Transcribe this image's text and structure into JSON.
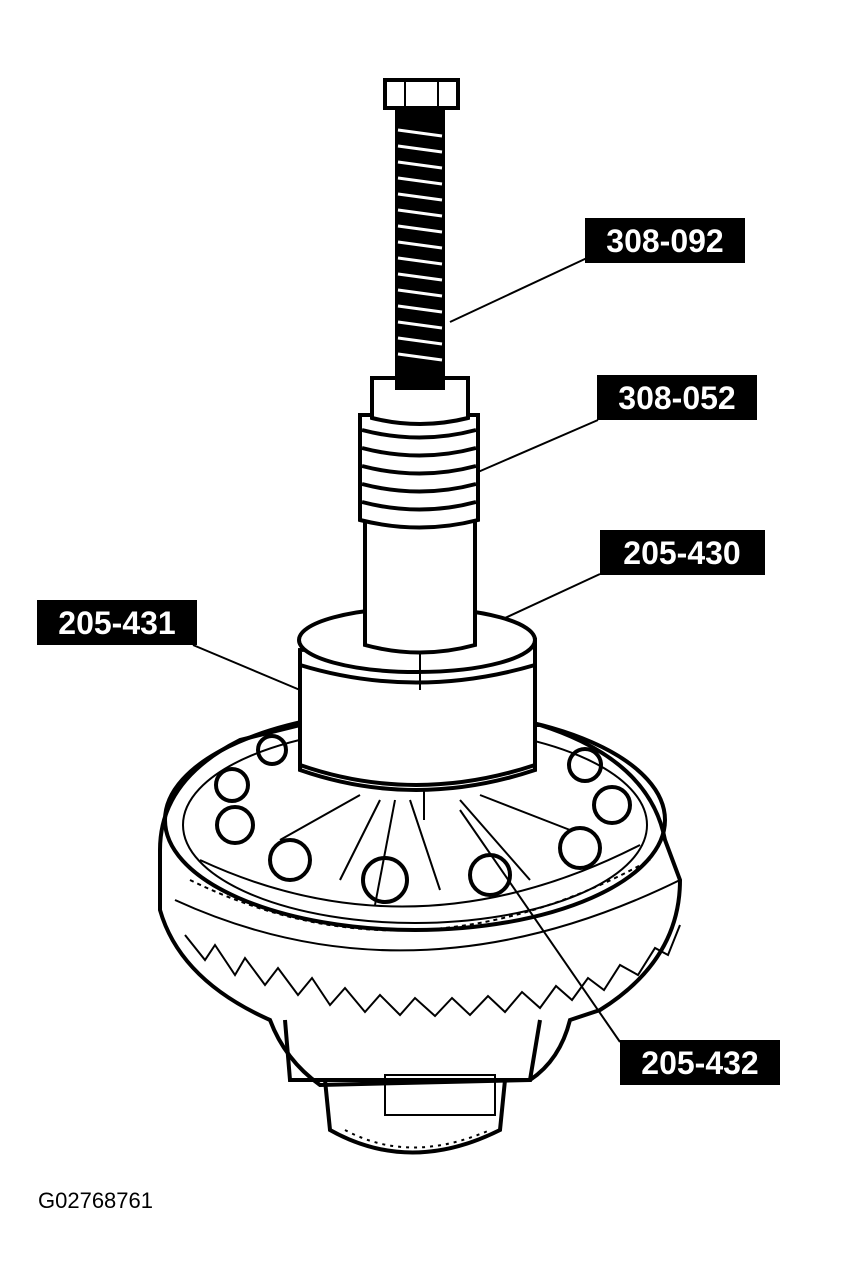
{
  "callouts": [
    {
      "id": "c1",
      "text": "308-092"
    },
    {
      "id": "c2",
      "text": "308-052"
    },
    {
      "id": "c3",
      "text": "205-430"
    },
    {
      "id": "c4",
      "text": "205-431"
    },
    {
      "id": "c5",
      "text": "205-432"
    }
  ],
  "figure_id": "G02768761"
}
